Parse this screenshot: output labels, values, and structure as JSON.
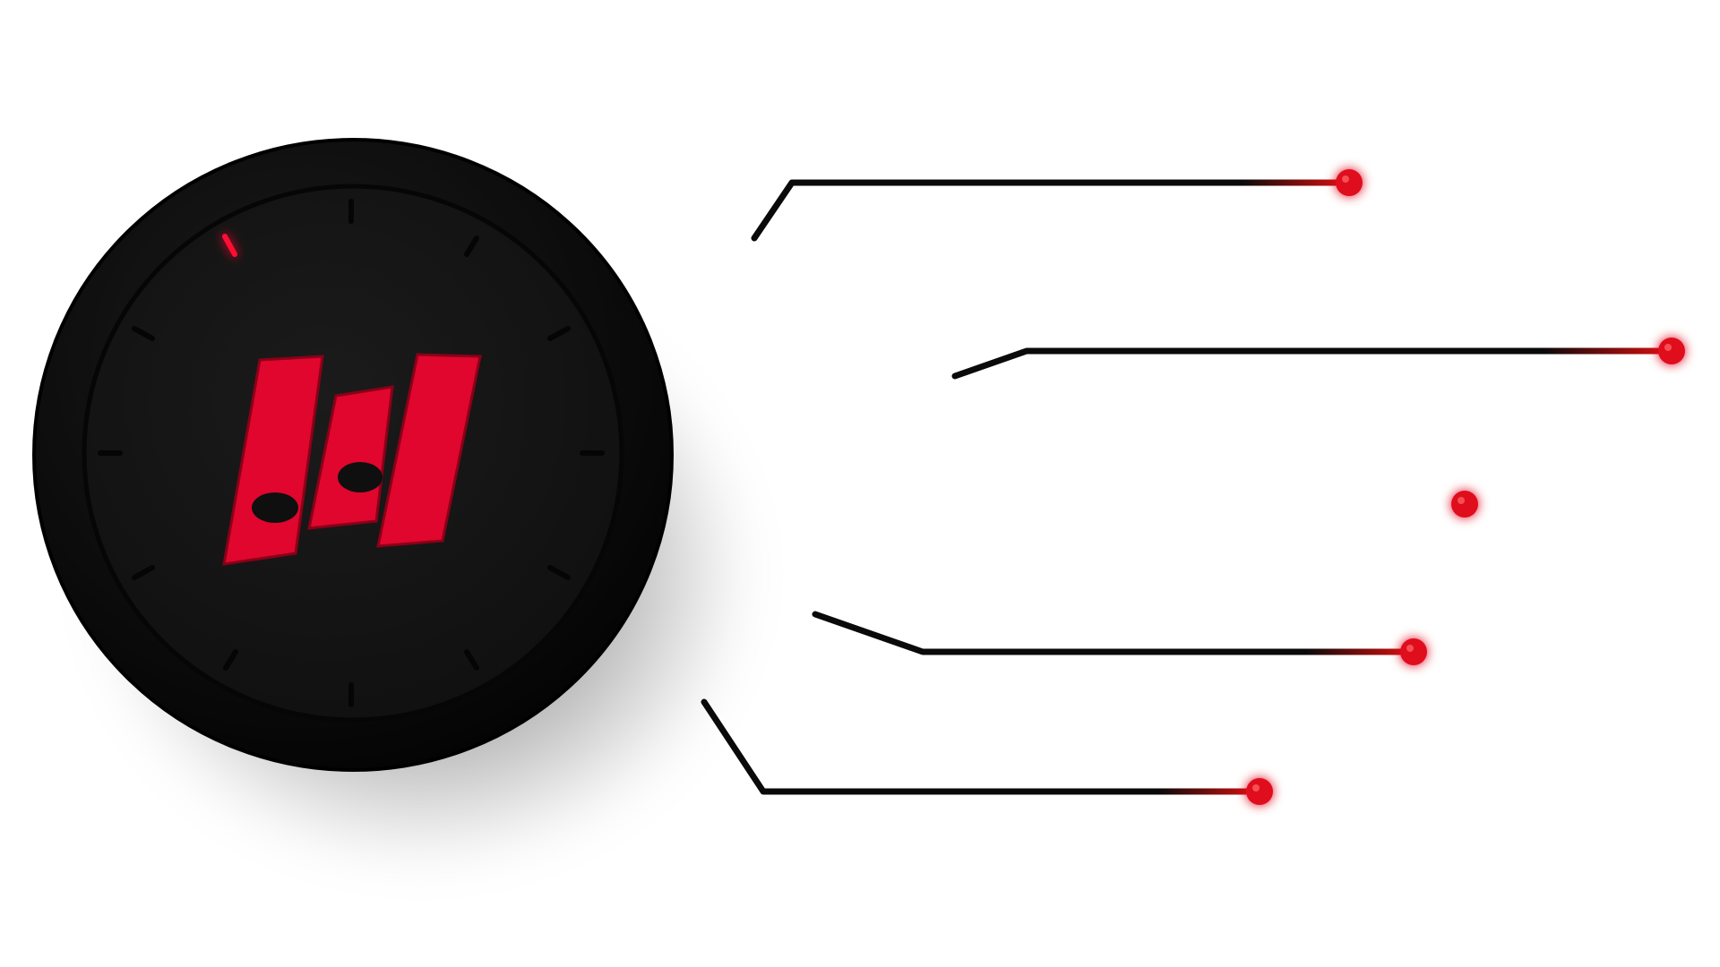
{
  "colors": {
    "background": "#ffffff",
    "dial_outer": "#0b0b0b",
    "dial_face": "#141414",
    "accent_red": "#e0062e",
    "tick_mark": "#050505",
    "line_black": "#0a0a0a",
    "line_glow": "#ff1a1a"
  },
  "icons": {
    "dial": "round-dial-icon",
    "logo": "red-bars-music-logo-icon",
    "indicator": "red-indicator-light-icon",
    "connector_end": "glowing-node-icon"
  },
  "connectors": [
    {
      "name": "connector-1"
    },
    {
      "name": "connector-2"
    },
    {
      "name": "connector-3"
    },
    {
      "name": "connector-4"
    },
    {
      "name": "connector-5"
    }
  ]
}
